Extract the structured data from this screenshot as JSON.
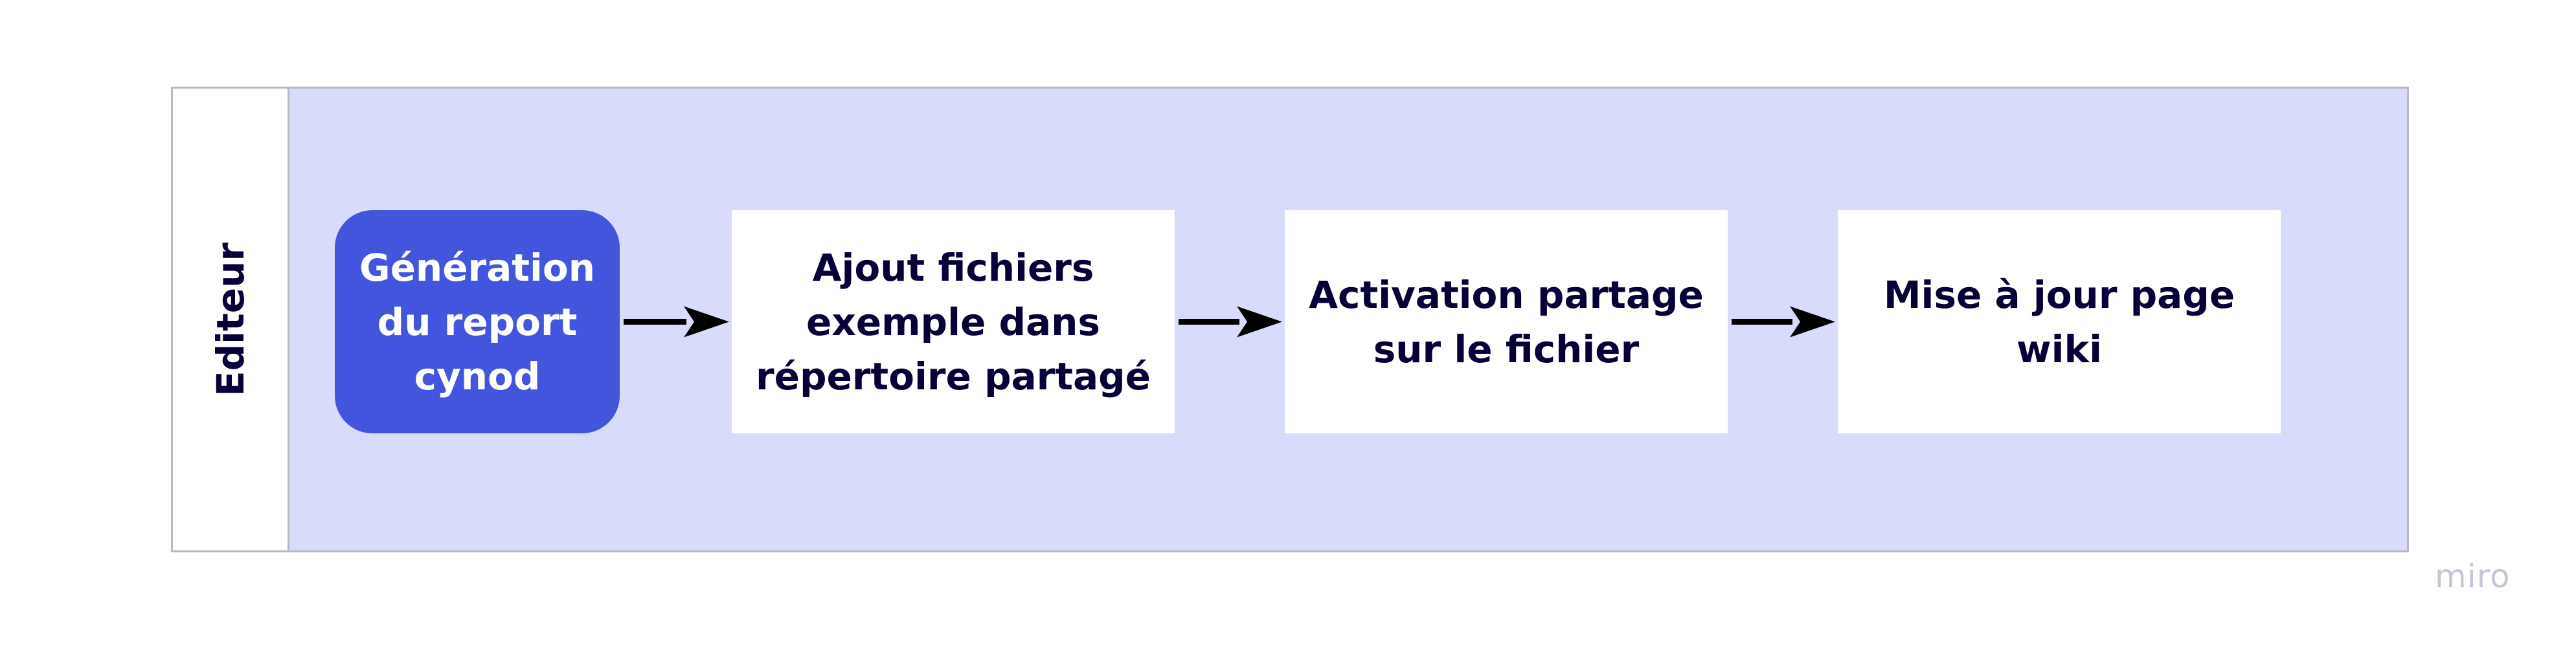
{
  "lane": {
    "label": "Editeur"
  },
  "nodes": [
    {
      "label": "Génération\ndu report\ncynod",
      "shape": "rounded"
    },
    {
      "label": "Ajout fichiers\nexemple dans\nrépertoire partagé",
      "shape": "rectangle"
    },
    {
      "label": "Activation partage\nsur le fichier",
      "shape": "rectangle"
    },
    {
      "label": "Mise à jour page wiki",
      "shape": "rectangle"
    }
  ],
  "edges": [
    {
      "from": 0,
      "to": 1
    },
    {
      "from": 1,
      "to": 2
    },
    {
      "from": 2,
      "to": 3
    }
  ],
  "brand": "miro",
  "colors": {
    "lane_fill": "#d8dcfa",
    "start_node_fill": "#4255dc",
    "task_fill": "#ffffff",
    "text_dark": "#050038",
    "arrow": "#000000"
  }
}
